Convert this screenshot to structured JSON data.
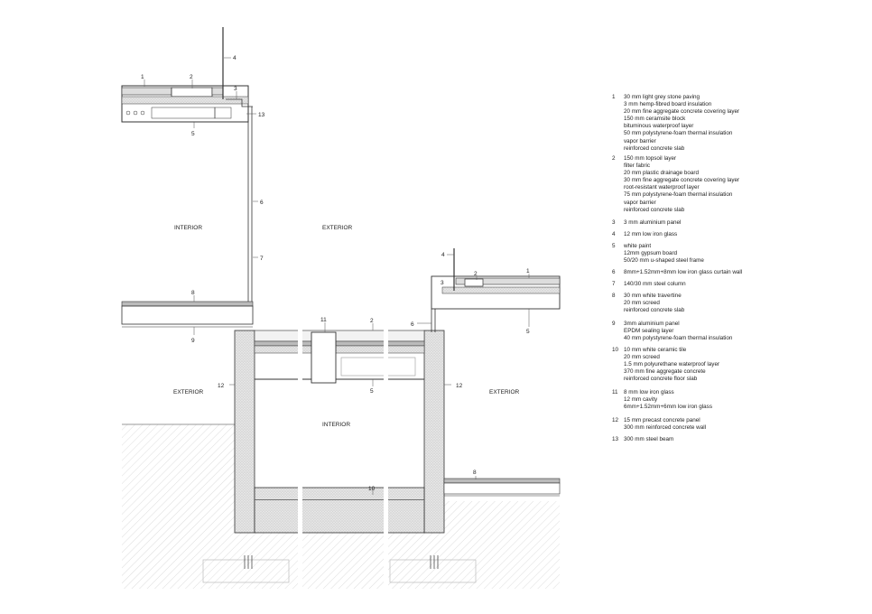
{
  "rooms": {
    "interior_upper": "INTERIOR",
    "exterior_upper": "EXTERIOR",
    "exterior_lower_left": "EXTERIOR",
    "exterior_lower_right": "EXTERIOR",
    "interior_lower": "INTERIOR"
  },
  "callouts": [
    "1",
    "2",
    "3",
    "4",
    "5",
    "6",
    "7",
    "8",
    "9",
    "10",
    "11",
    "12",
    "13"
  ],
  "legend": [
    {
      "num": "1",
      "lines": [
        "30 mm light grey stone paving",
        "3 mm hemp-fibred board insulation",
        "20 mm fine aggregate concrete covering layer",
        "150 mm ceramsite block",
        "bituminous waterproof layer",
        "50 mm polystyrene-foam thermal insulation",
        "vapor barrier",
        "reinforced concrete slab"
      ]
    },
    {
      "num": "2",
      "lines": [
        "150 mm topsoil layer",
        "filter fabric",
        "20 mm plastic drainage board",
        "30 mm  fine aggregate concrete covering layer",
        "root-resistant waterproof layer",
        "75 mm polystyrene-foam thermal insulation",
        "vapor barrier",
        "reinforced concrete slab"
      ]
    },
    {
      "num": "3",
      "lines": [
        "3 mm aluminium panel"
      ]
    },
    {
      "num": "4",
      "lines": [
        "12 mm low iron glass"
      ]
    },
    {
      "num": "5",
      "lines": [
        "white paint",
        "12mm gypsum board",
        "50/20 mm u-shaped steel frame"
      ]
    },
    {
      "num": "6",
      "lines": [
        "8mm+1.52mm+8mm low iron glass curtain wall"
      ]
    },
    {
      "num": "7",
      "lines": [
        "140/30 mm  steel column"
      ]
    },
    {
      "num": "8",
      "lines": [
        "30 mm white travertine",
        "20 mm screed",
        "reinforced concrete slab"
      ]
    },
    {
      "num": "9",
      "lines": [
        "3mm aluminium panel",
        "EPDM sealing layer",
        "40 mm polystyrene-foam thermal insulation"
      ]
    },
    {
      "num": "10",
      "lines": [
        "10 mm white ceramic tile",
        "20 mm screed",
        "1.5 mm polyurethane waterproof layer",
        "370 mm fine aggregate concrete",
        "reinforced concrete floor slab"
      ]
    },
    {
      "num": "11",
      "lines": [
        "8 mm low iron glass",
        "12 mm cavity",
        "6mm+1.52mm+6mm low iron glass"
      ]
    },
    {
      "num": "12",
      "lines": [
        "15 mm precast concrete panel",
        "300 mm reinforced concrete wall"
      ]
    },
    {
      "num": "13",
      "lines": [
        "300 mm steel beam"
      ]
    }
  ],
  "colors": {
    "line": "#333333",
    "concrete": "#d9d9d9",
    "hatch": "#cfcfcf"
  }
}
